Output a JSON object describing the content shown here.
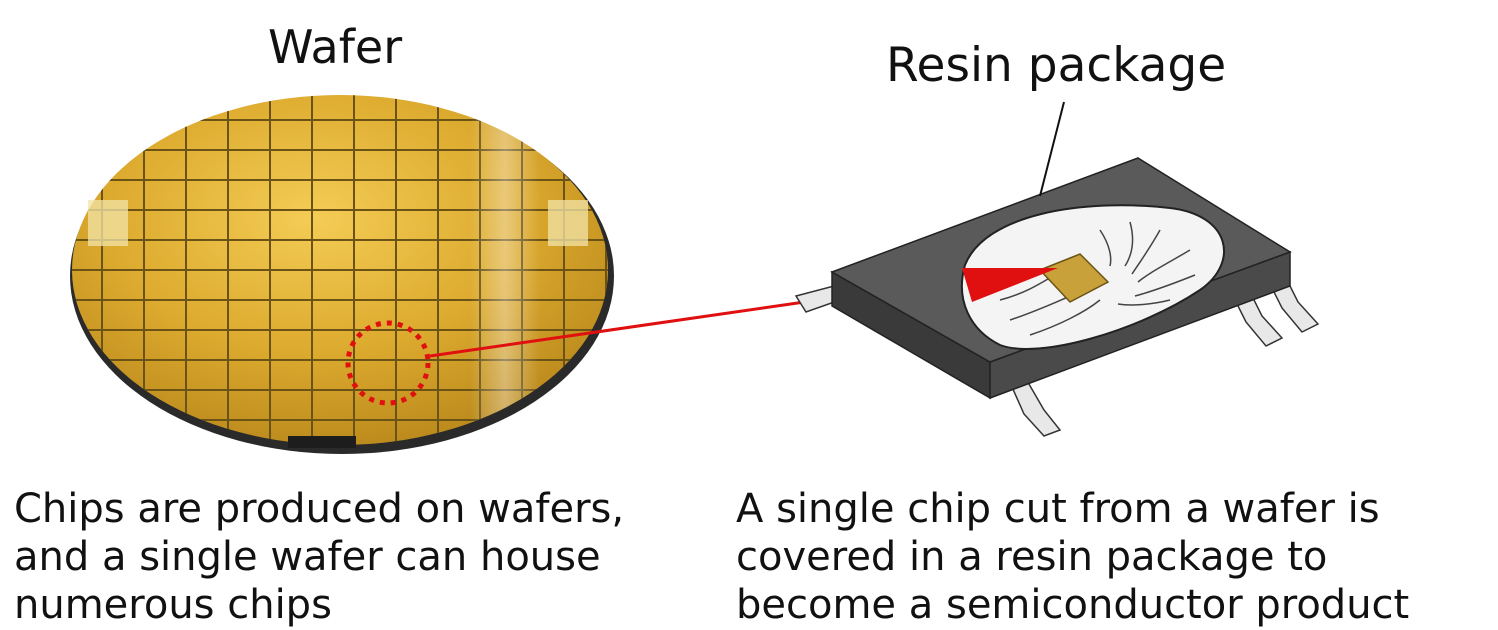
{
  "wafer": {
    "title": "Wafer",
    "caption_lines": [
      "Chips are produced on wafers,",
      "and a single wafer can house",
      "numerous chips"
    ]
  },
  "package": {
    "title": "Resin package",
    "caption_lines": [
      "A single chip cut from a wafer is",
      "covered in a resin package to",
      "become a semiconductor product"
    ]
  },
  "colors": {
    "wafer_gold": "#d9a92c",
    "highlight_red": "#e01010",
    "resin_gray": "#5a5a5a"
  }
}
